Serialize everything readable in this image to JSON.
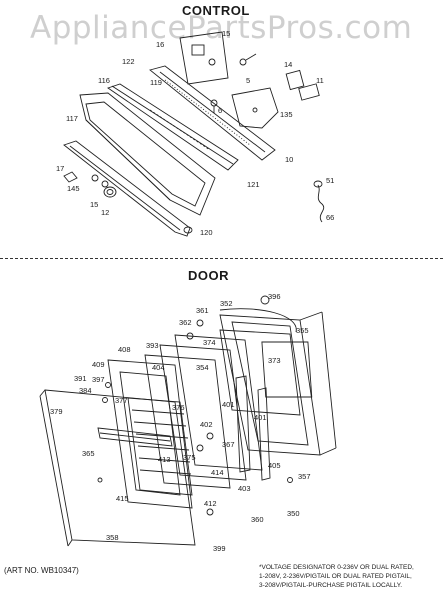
{
  "watermark": "AppliancePartsPros.com",
  "sections": {
    "control": "CONTROL",
    "door": "DOOR"
  },
  "control_labels": [
    "122",
    "16",
    "15",
    "14",
    "11",
    "119",
    "116",
    "117",
    "135",
    "5",
    "6",
    "10",
    "121",
    "17",
    "145",
    "15",
    "12",
    "120",
    "51",
    "66"
  ],
  "door_labels": [
    "396",
    "352",
    "361",
    "355",
    "362",
    "374",
    "373",
    "393",
    "408",
    "404",
    "354",
    "409",
    "397",
    "391",
    "384",
    "376",
    "379",
    "377",
    "365",
    "413",
    "402",
    "375",
    "401",
    "401",
    "414",
    "403",
    "405",
    "367",
    "412",
    "357",
    "360",
    "350",
    "415",
    "358",
    "399"
  ],
  "footer": {
    "art_no": "(ART NO. WB10347)",
    "voltage_note": [
      "*VOLTAGE DESIGNATOR 0-236V OR DUAL RATED,",
      "1-208V, 2-236V/PIGTAIL OR DUAL RATED PIGTAIL,",
      "3-208V/PIGTAIL-PURCHASE PIGTAIL LOCALLY."
    ]
  }
}
